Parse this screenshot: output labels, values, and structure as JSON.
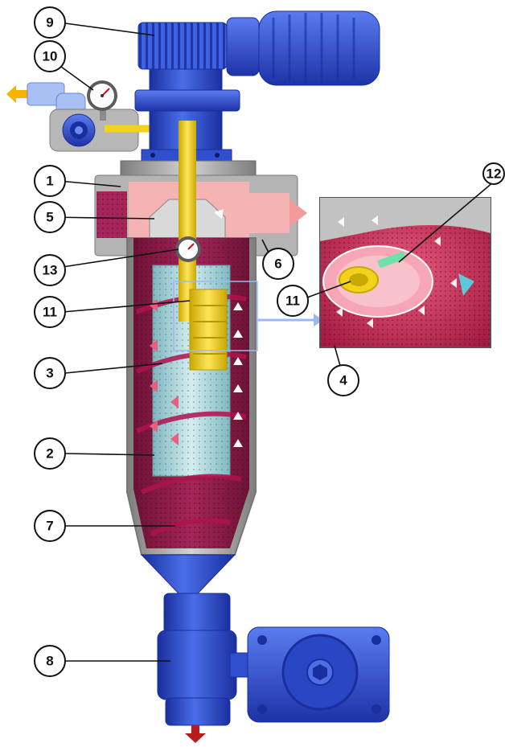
{
  "colors": {
    "blue_dark": "#1a2f9e",
    "blue": "#2e4fd6",
    "blue_light": "#6b8cf0",
    "grey": "#8c8c8c",
    "grey_light": "#c9c9c9",
    "maroon": "#8e1c45",
    "maroon_light": "#c73b6a",
    "pink": "#f3a3a8",
    "teal": "#9fd0d6",
    "yellow": "#f2d21a",
    "yellow_dark": "#c9a800",
    "orange_arrow": "#f5b400",
    "detail_bg": "#c22a4f"
  },
  "callouts": [
    {
      "id": "1",
      "label": "1"
    },
    {
      "id": "2",
      "label": "2"
    },
    {
      "id": "3",
      "label": "3"
    },
    {
      "id": "4",
      "label": "4"
    },
    {
      "id": "5",
      "label": "5"
    },
    {
      "id": "6",
      "label": "6"
    },
    {
      "id": "7",
      "label": "7"
    },
    {
      "id": "8",
      "label": "8"
    },
    {
      "id": "9",
      "label": "9"
    },
    {
      "id": "10",
      "label": "10"
    },
    {
      "id": "11a",
      "label": "11"
    },
    {
      "id": "11b",
      "label": "11"
    },
    {
      "id": "12",
      "label": "12"
    },
    {
      "id": "13",
      "label": "13"
    }
  ]
}
